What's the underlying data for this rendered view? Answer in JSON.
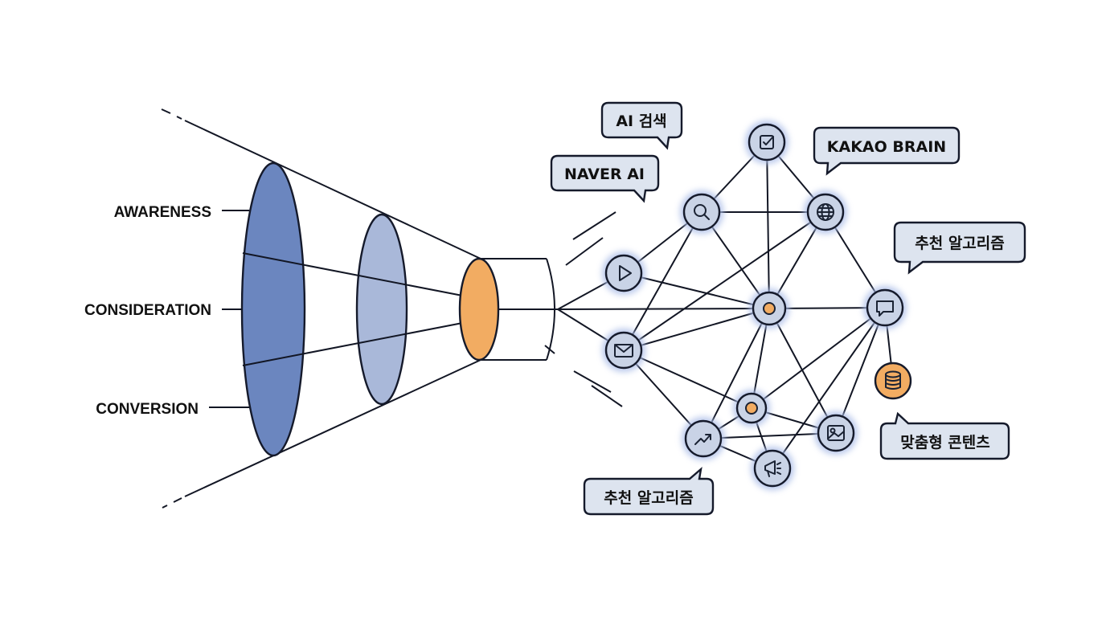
{
  "funnel": {
    "stages": [
      {
        "id": "awareness",
        "label": "AWARENESS"
      },
      {
        "id": "consideration",
        "label": "CONSIDERATION"
      },
      {
        "id": "conversion",
        "label": "CONVERSION"
      }
    ],
    "colors": {
      "outer": "#6b86bf",
      "middle": "#a9b8d9",
      "inner": "#f2ac62",
      "outline": "#151a2b"
    }
  },
  "network": {
    "node_fill": "#c9d3e6",
    "node_glow": "#aebfe8",
    "accent": "#f2ac62",
    "nodes": [
      {
        "id": "check",
        "icon": "checkbox-icon"
      },
      {
        "id": "search",
        "icon": "search-icon"
      },
      {
        "id": "globe",
        "icon": "globe-icon"
      },
      {
        "id": "play",
        "icon": "play-icon"
      },
      {
        "id": "hub",
        "icon": "hub-dot"
      },
      {
        "id": "chat",
        "icon": "chat-icon"
      },
      {
        "id": "mail",
        "icon": "mail-icon"
      },
      {
        "id": "dot2",
        "icon": "hub-dot"
      },
      {
        "id": "trend",
        "icon": "trend-up-icon"
      },
      {
        "id": "image",
        "icon": "image-icon"
      },
      {
        "id": "megaphone",
        "icon": "megaphone-icon"
      },
      {
        "id": "database",
        "icon": "database-icon"
      }
    ]
  },
  "callouts": {
    "ai_search": "AI 검색",
    "naver_ai": "NAVER AI",
    "kakao_brain": "KAKAO BRAIN",
    "recommend_top": "추천 알고리즘",
    "custom_content": "맞춤형 콘텐츠",
    "recommend_bottom": "추천 알고리즘"
  },
  "callout_fill": "#dde4ef"
}
